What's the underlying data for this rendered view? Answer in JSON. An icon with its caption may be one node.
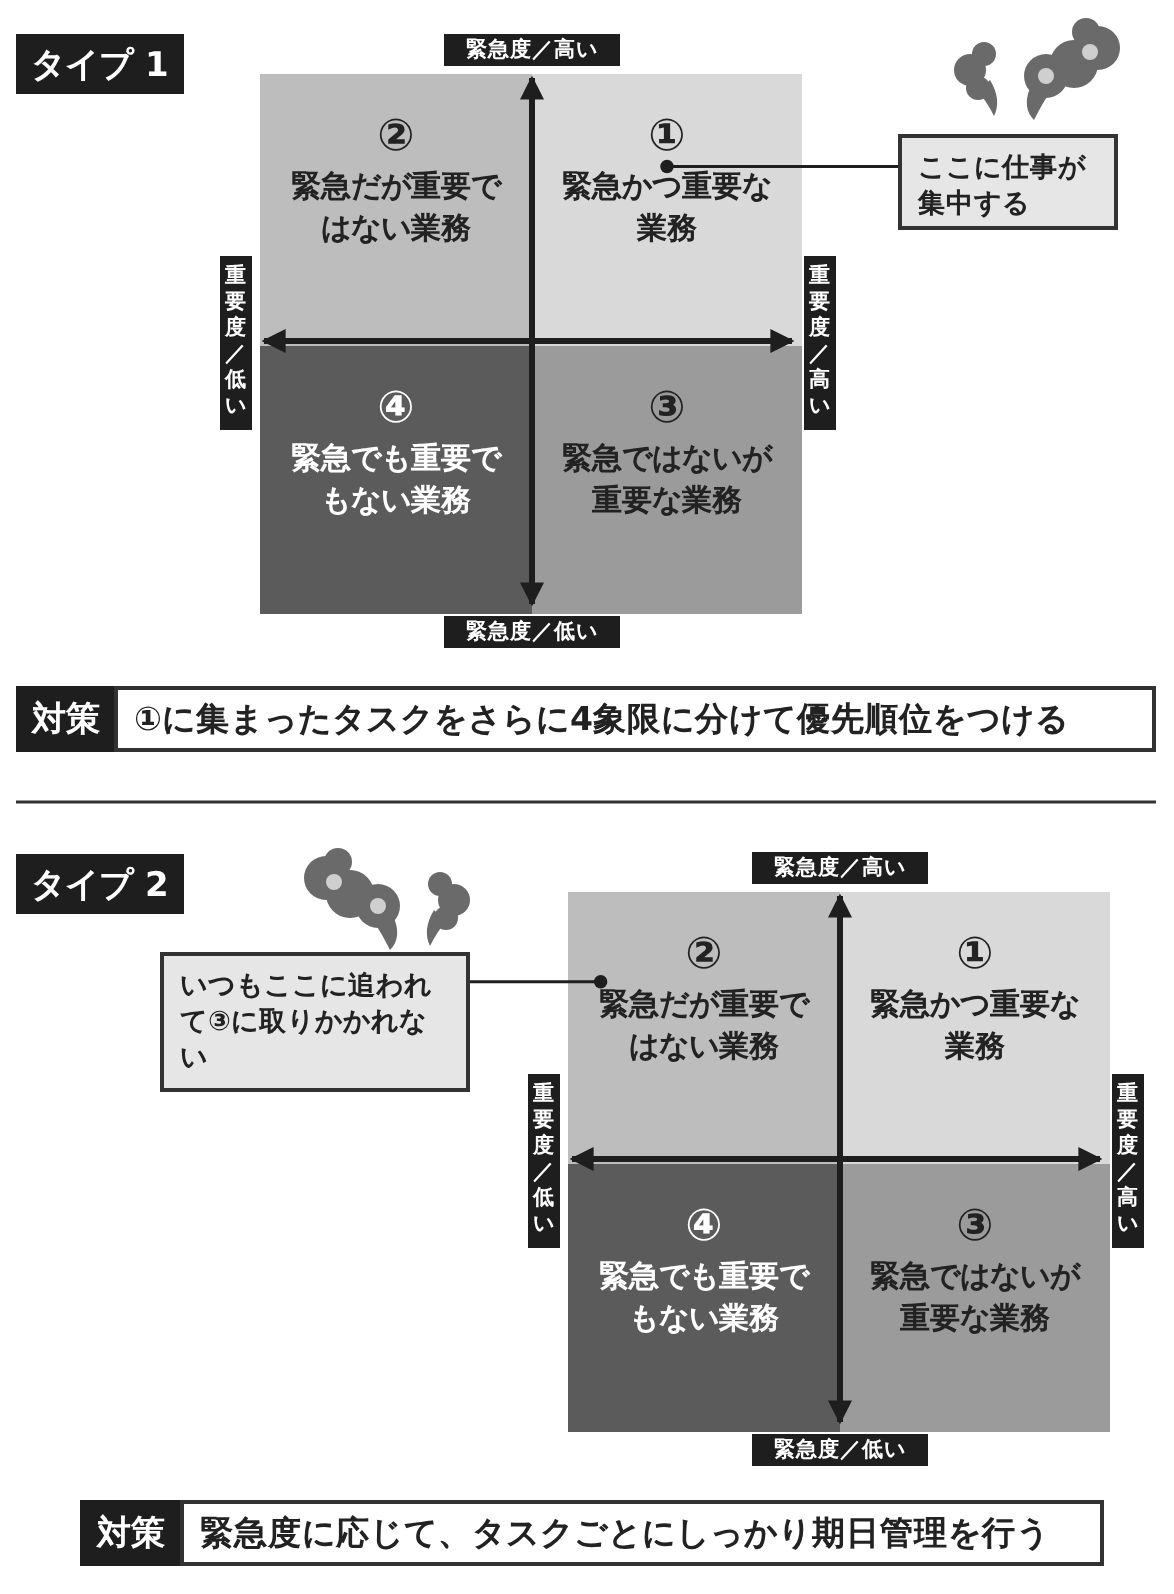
{
  "diagram": {
    "nodes": [
      {
        "text": [
          "タイプ 1"
        ]
      },
      {
        "text": [
          "緊急度／高い"
        ]
      },
      {
        "text": [
          "②",
          "緊急だが重要ではない業務"
        ]
      },
      {
        "text": [
          "①",
          "緊急かつ重要な業務"
        ]
      },
      {
        "text": [
          "ここに仕事が集中する"
        ]
      },
      {
        "text": [
          "重要度／低い"
        ]
      },
      {
        "text": [
          "重要度／高い"
        ]
      },
      {
        "text": [
          "④",
          "緊急でも重要でもない業務"
        ]
      },
      {
        "text": [
          "③",
          "緊急ではないが重要な業務"
        ]
      },
      {
        "text": [
          "緊急度／低い"
        ]
      },
      {
        "text": [
          "対策"
        ]
      },
      {
        "text": [
          "①に集まったタスクをさらに4象限に分けて優先順位をつける"
        ]
      },
      {
        "text": [
          "タイプ 2"
        ]
      },
      {
        "text": [
          "緊急度／高い"
        ]
      },
      {
        "text": [
          "いつもここに追われて③に取りかかれない"
        ]
      },
      {
        "text": [
          "②",
          "緊急だが重要ではない業務"
        ]
      },
      {
        "text": [
          "①",
          "緊急かつ重要な業務"
        ]
      },
      {
        "text": [
          "重要度／低い"
        ]
      },
      {
        "text": [
          "重要度／高い"
        ]
      },
      {
        "text": [
          "④",
          "緊急でも重要でもない業務"
        ]
      },
      {
        "text": [
          "③",
          "緊急ではないが重要な業務"
        ]
      },
      {
        "text": [
          "緊急度／低い"
        ]
      },
      {
        "text": [
          "対策"
        ]
      },
      {
        "text": [
          "緊急度に応じて、タスクごとにしっかり期日管理を行う"
        ]
      }
    ],
    "edges": [
      {
        "from": 1,
        "to": 9,
        "arrow": "both"
      },
      {
        "from": 5,
        "to": 6,
        "arrow": "both"
      },
      {
        "from": 13,
        "to": 21,
        "arrow": "both"
      },
      {
        "from": 17,
        "to": 18,
        "arrow": "both"
      },
      {
        "from": 4,
        "to": 3,
        "arrow": "other"
      },
      {
        "from": 14,
        "to": 15,
        "arrow": "other"
      }
    ]
  }
}
